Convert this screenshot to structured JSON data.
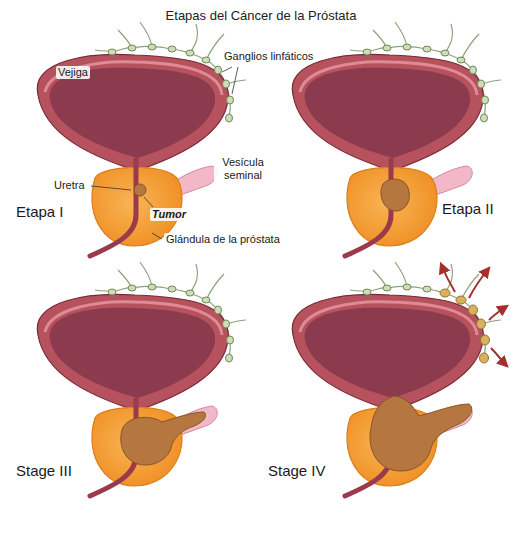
{
  "diagram": {
    "title": "Etapas del Cáncer de la Próstata",
    "labels": [
      "Vejiga",
      "Ganglios linfáticos",
      "Vesícula seminal",
      "Uretra",
      "Etapa I",
      "Tumor",
      "Glándula de la próstata",
      "Etapa II",
      "Stage III",
      "Stage IV"
    ]
  }
}
